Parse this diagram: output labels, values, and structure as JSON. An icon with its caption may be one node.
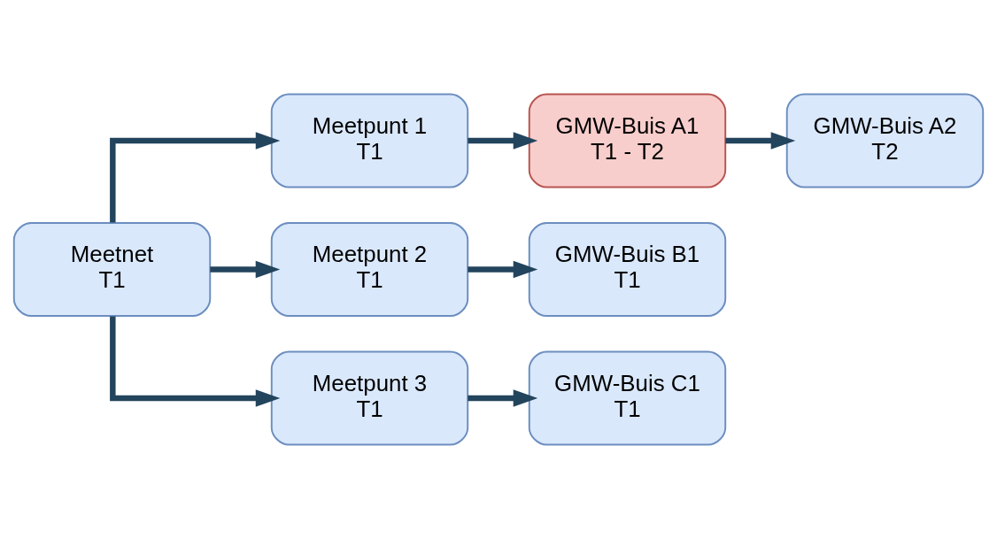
{
  "diagram": {
    "nodes": [
      {
        "text": [
          "Meetnet",
          "T1"
        ]
      },
      {
        "text": [
          "Meetpunt 1",
          "T1"
        ]
      },
      {
        "text": [
          "GMW-Buis A1",
          "T1 - T2"
        ]
      },
      {
        "text": [
          "GMW-Buis A2",
          "T2"
        ]
      },
      {
        "text": [
          "Meetpunt 2",
          "T1"
        ]
      },
      {
        "text": [
          "GMW-Buis B1",
          "T1"
        ]
      },
      {
        "text": [
          "Meetpunt 3",
          "T1"
        ]
      },
      {
        "text": [
          "GMW-Buis C1",
          "T1"
        ]
      }
    ],
    "edges": [
      {
        "from": 0,
        "to": 1,
        "arrow": "to"
      },
      {
        "from": 0,
        "to": 4,
        "arrow": "to"
      },
      {
        "from": 0,
        "to": 6,
        "arrow": "to"
      },
      {
        "from": 1,
        "to": 2,
        "arrow": "to"
      },
      {
        "from": 2,
        "to": 3,
        "arrow": "to"
      },
      {
        "from": 4,
        "to": 5,
        "arrow": "to"
      },
      {
        "from": 6,
        "to": 7,
        "arrow": "to"
      }
    ]
  }
}
